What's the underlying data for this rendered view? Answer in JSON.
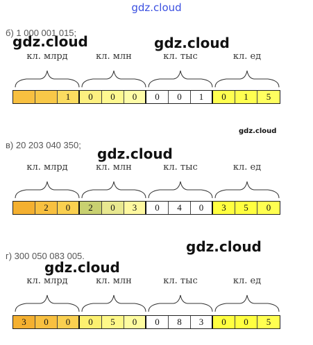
{
  "site_title": "gdz.cloud",
  "watermarks": {
    "wm1": "gdz.cloud",
    "wm2": "gdz.cloud",
    "wm3": "gdz.cloud",
    "wm4": "gdz.cloud",
    "wm5": "gdz.cloud",
    "wm6": "gdz.cloud"
  },
  "class_labels": [
    "кл. млрд",
    "кл. млн",
    "кл. тыс",
    "кл. ед"
  ],
  "examples": [
    {
      "label": "б) 1 000 001 015;",
      "digits": [
        "",
        "",
        "1",
        "0",
        "0",
        "0",
        "0",
        "0",
        "1",
        "0",
        "1",
        "5"
      ],
      "colors": [
        "#f8c040",
        "#f8c848",
        "#fbdc60",
        "#fdf080",
        "#fef890",
        "#fefca8",
        "#ffffff",
        "#ffffff",
        "#ffffff",
        "#ffff50",
        "#ffff50",
        "#ffff60"
      ]
    },
    {
      "label": "в) 20 203 040 350;",
      "digits": [
        "",
        "2",
        "0",
        "2",
        "0",
        "3",
        "0",
        "4",
        "0",
        "3",
        "5",
        "0"
      ],
      "colors": [
        "#f4b030",
        "#f8c040",
        "#fad050",
        "#c8d070",
        "#e8e890",
        "#fef8a0",
        "#ffffff",
        "#ffffff",
        "#ffffff",
        "#ffff40",
        "#ffff40",
        "#ffff50"
      ]
    },
    {
      "label": "г) 300 050 083 005.",
      "digits": [
        "3",
        "0",
        "0",
        "0",
        "5",
        "0",
        "0",
        "8",
        "3",
        "0",
        "0",
        "5"
      ],
      "colors": [
        "#f4b030",
        "#f8c040",
        "#fad050",
        "#fcf070",
        "#fef888",
        "#fefca0",
        "#ffffff",
        "#ffffff",
        "#ffffff",
        "#ffff40",
        "#ffff40",
        "#ffff50"
      ]
    }
  ]
}
